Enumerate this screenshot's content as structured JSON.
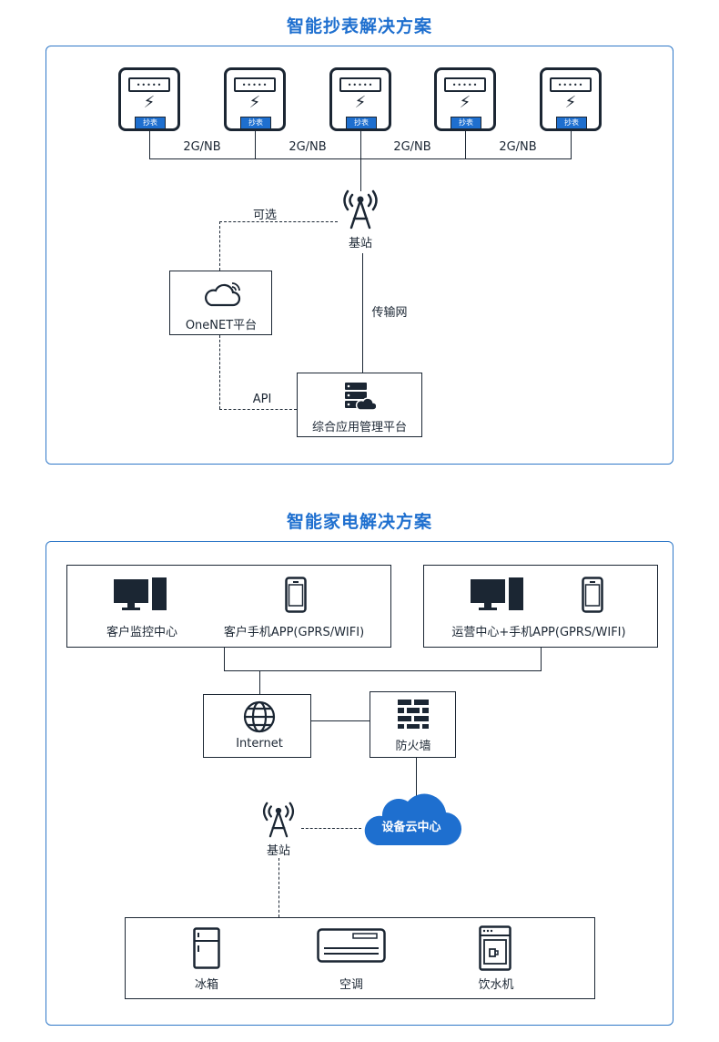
{
  "section1": {
    "title": "智能抄表解决方案",
    "meter_tag": "抄表",
    "links": [
      "2G/NB",
      "2G/NB",
      "2G/NB",
      "2G/NB"
    ],
    "base_station": "基站",
    "optional": "可选",
    "onenet": "OneNET平台",
    "transport": "传输网",
    "api": "API",
    "mgmt": "综合应用管理平台"
  },
  "section2": {
    "title": "智能家电解决方案",
    "client_monitor": "客户监控中心",
    "client_app": "客户手机APP(GPRS/WIFI)",
    "ops_app": "运营中心+手机APP(GPRS/WIFI)",
    "internet": "Internet",
    "firewall": "防火墙",
    "cloud": "设备云中心",
    "base_station": "基站",
    "fridge": "冰箱",
    "ac": "空调",
    "dispenser": "饮水机"
  },
  "colors": {
    "accent": "#1e6fcf",
    "line": "#1b2633"
  },
  "icons": [
    "meter-icon",
    "tower-icon",
    "cloud-icon",
    "server-icon",
    "monitor-icon",
    "phone-icon",
    "globe-icon",
    "firewall-icon",
    "fridge-icon",
    "air-conditioner-icon",
    "water-dispenser-icon"
  ]
}
